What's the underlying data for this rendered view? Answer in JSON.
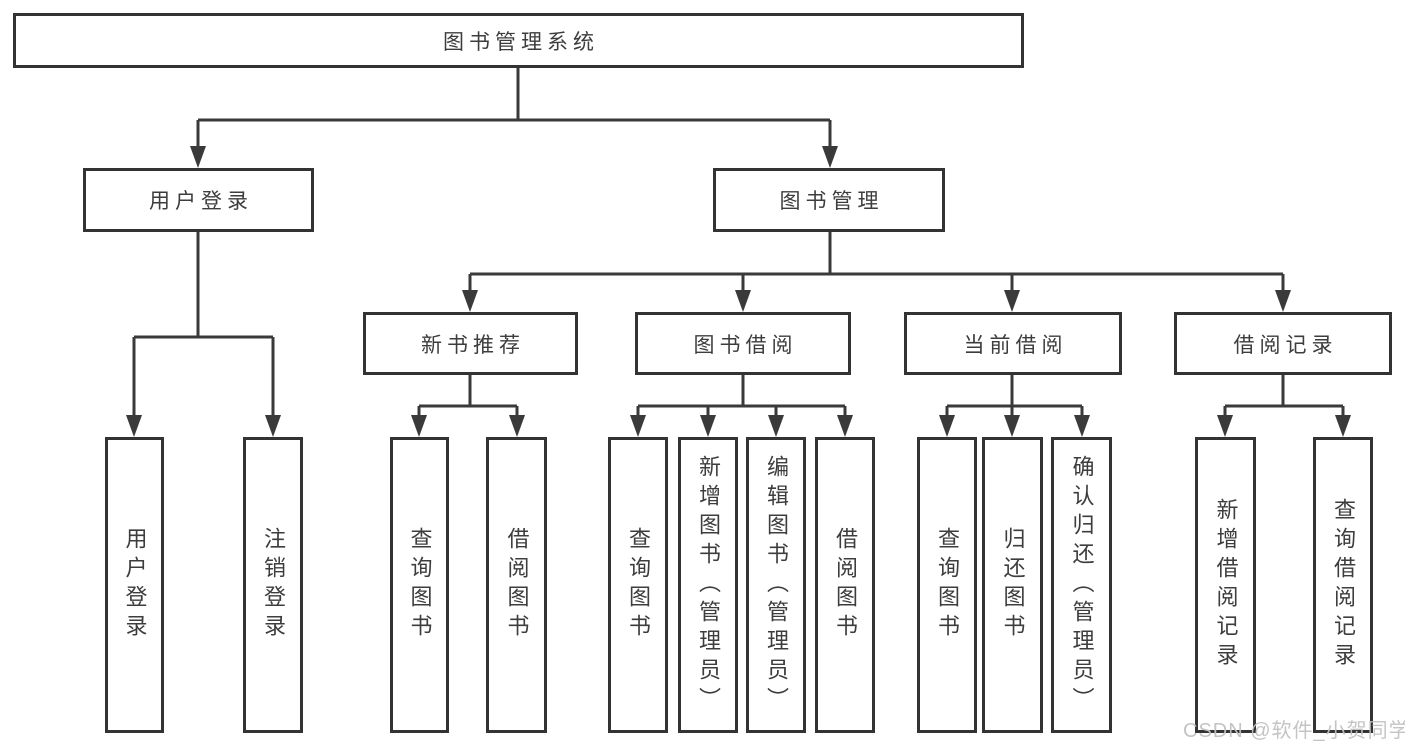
{
  "root": {
    "label": "图书管理系统"
  },
  "branches": [
    {
      "label": "用户登录",
      "leaves": [
        "用户登录",
        "注销登录"
      ]
    },
    {
      "label": "图书管理",
      "groups": [
        {
          "label": "新书推荐",
          "leaves": [
            "查询图书",
            "借阅图书"
          ]
        },
        {
          "label": "图书借阅",
          "leaves": [
            "查询图书",
            "新增图书（管理员）",
            "编辑图书（管理员）",
            "借阅图书"
          ]
        },
        {
          "label": "当前借阅",
          "leaves": [
            "查询图书",
            "归还图书",
            "确认归还（管理员）"
          ]
        },
        {
          "label": "借阅记录",
          "leaves": [
            "新增借阅记录",
            "查询借阅记录"
          ]
        }
      ]
    }
  ],
  "watermark": {
    "text": "CSDN @软件_小贺同学"
  },
  "colors": {
    "line": "#3a3a3a",
    "box_border": "#333333",
    "text": "#3d3d3d",
    "watermark": "#c1c1c1"
  }
}
